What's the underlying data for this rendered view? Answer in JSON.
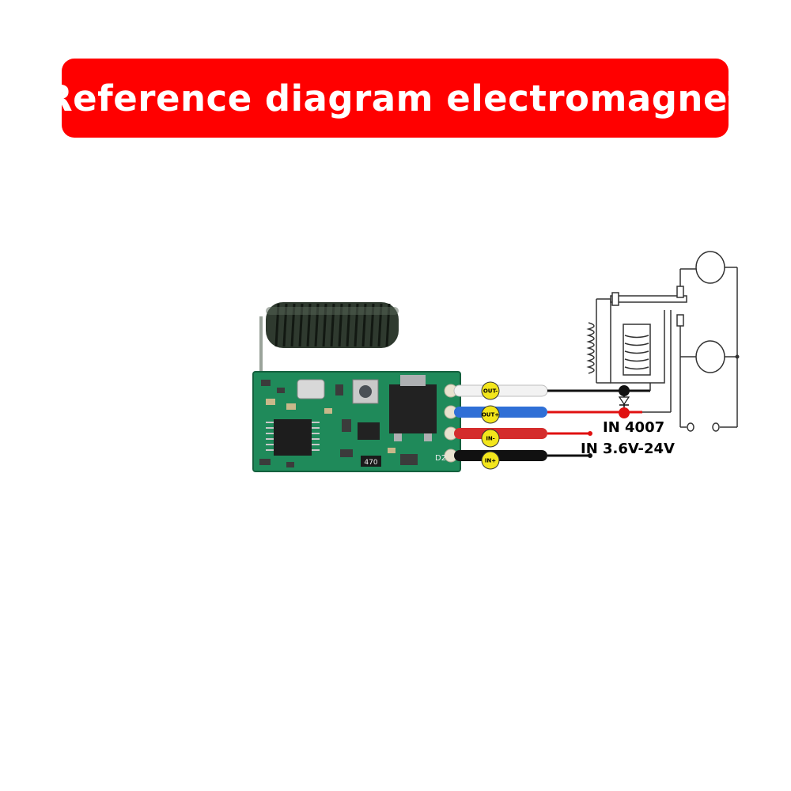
{
  "header": {
    "title": "Reference diagram electromagnet"
  },
  "module": {
    "pads": {
      "out_minus": "OUT-",
      "out_plus": "OUT+",
      "in_minus": "IN-",
      "in_plus": "IN+"
    },
    "pcb_marks": {
      "resistor": "470",
      "silk": "D2"
    }
  },
  "annotations": {
    "diode": "IN 4007",
    "input": "IN 3.6V-24V"
  },
  "colors": {
    "banner": "#ff0000",
    "pcb": "#1f8a5a",
    "wire_out_minus": "#f2f2f2",
    "wire_out_plus": "#2f6fd6",
    "wire_in_minus": "#d42c2c",
    "wire_in_plus": "#111111",
    "label_dot": "#f3e61c"
  }
}
